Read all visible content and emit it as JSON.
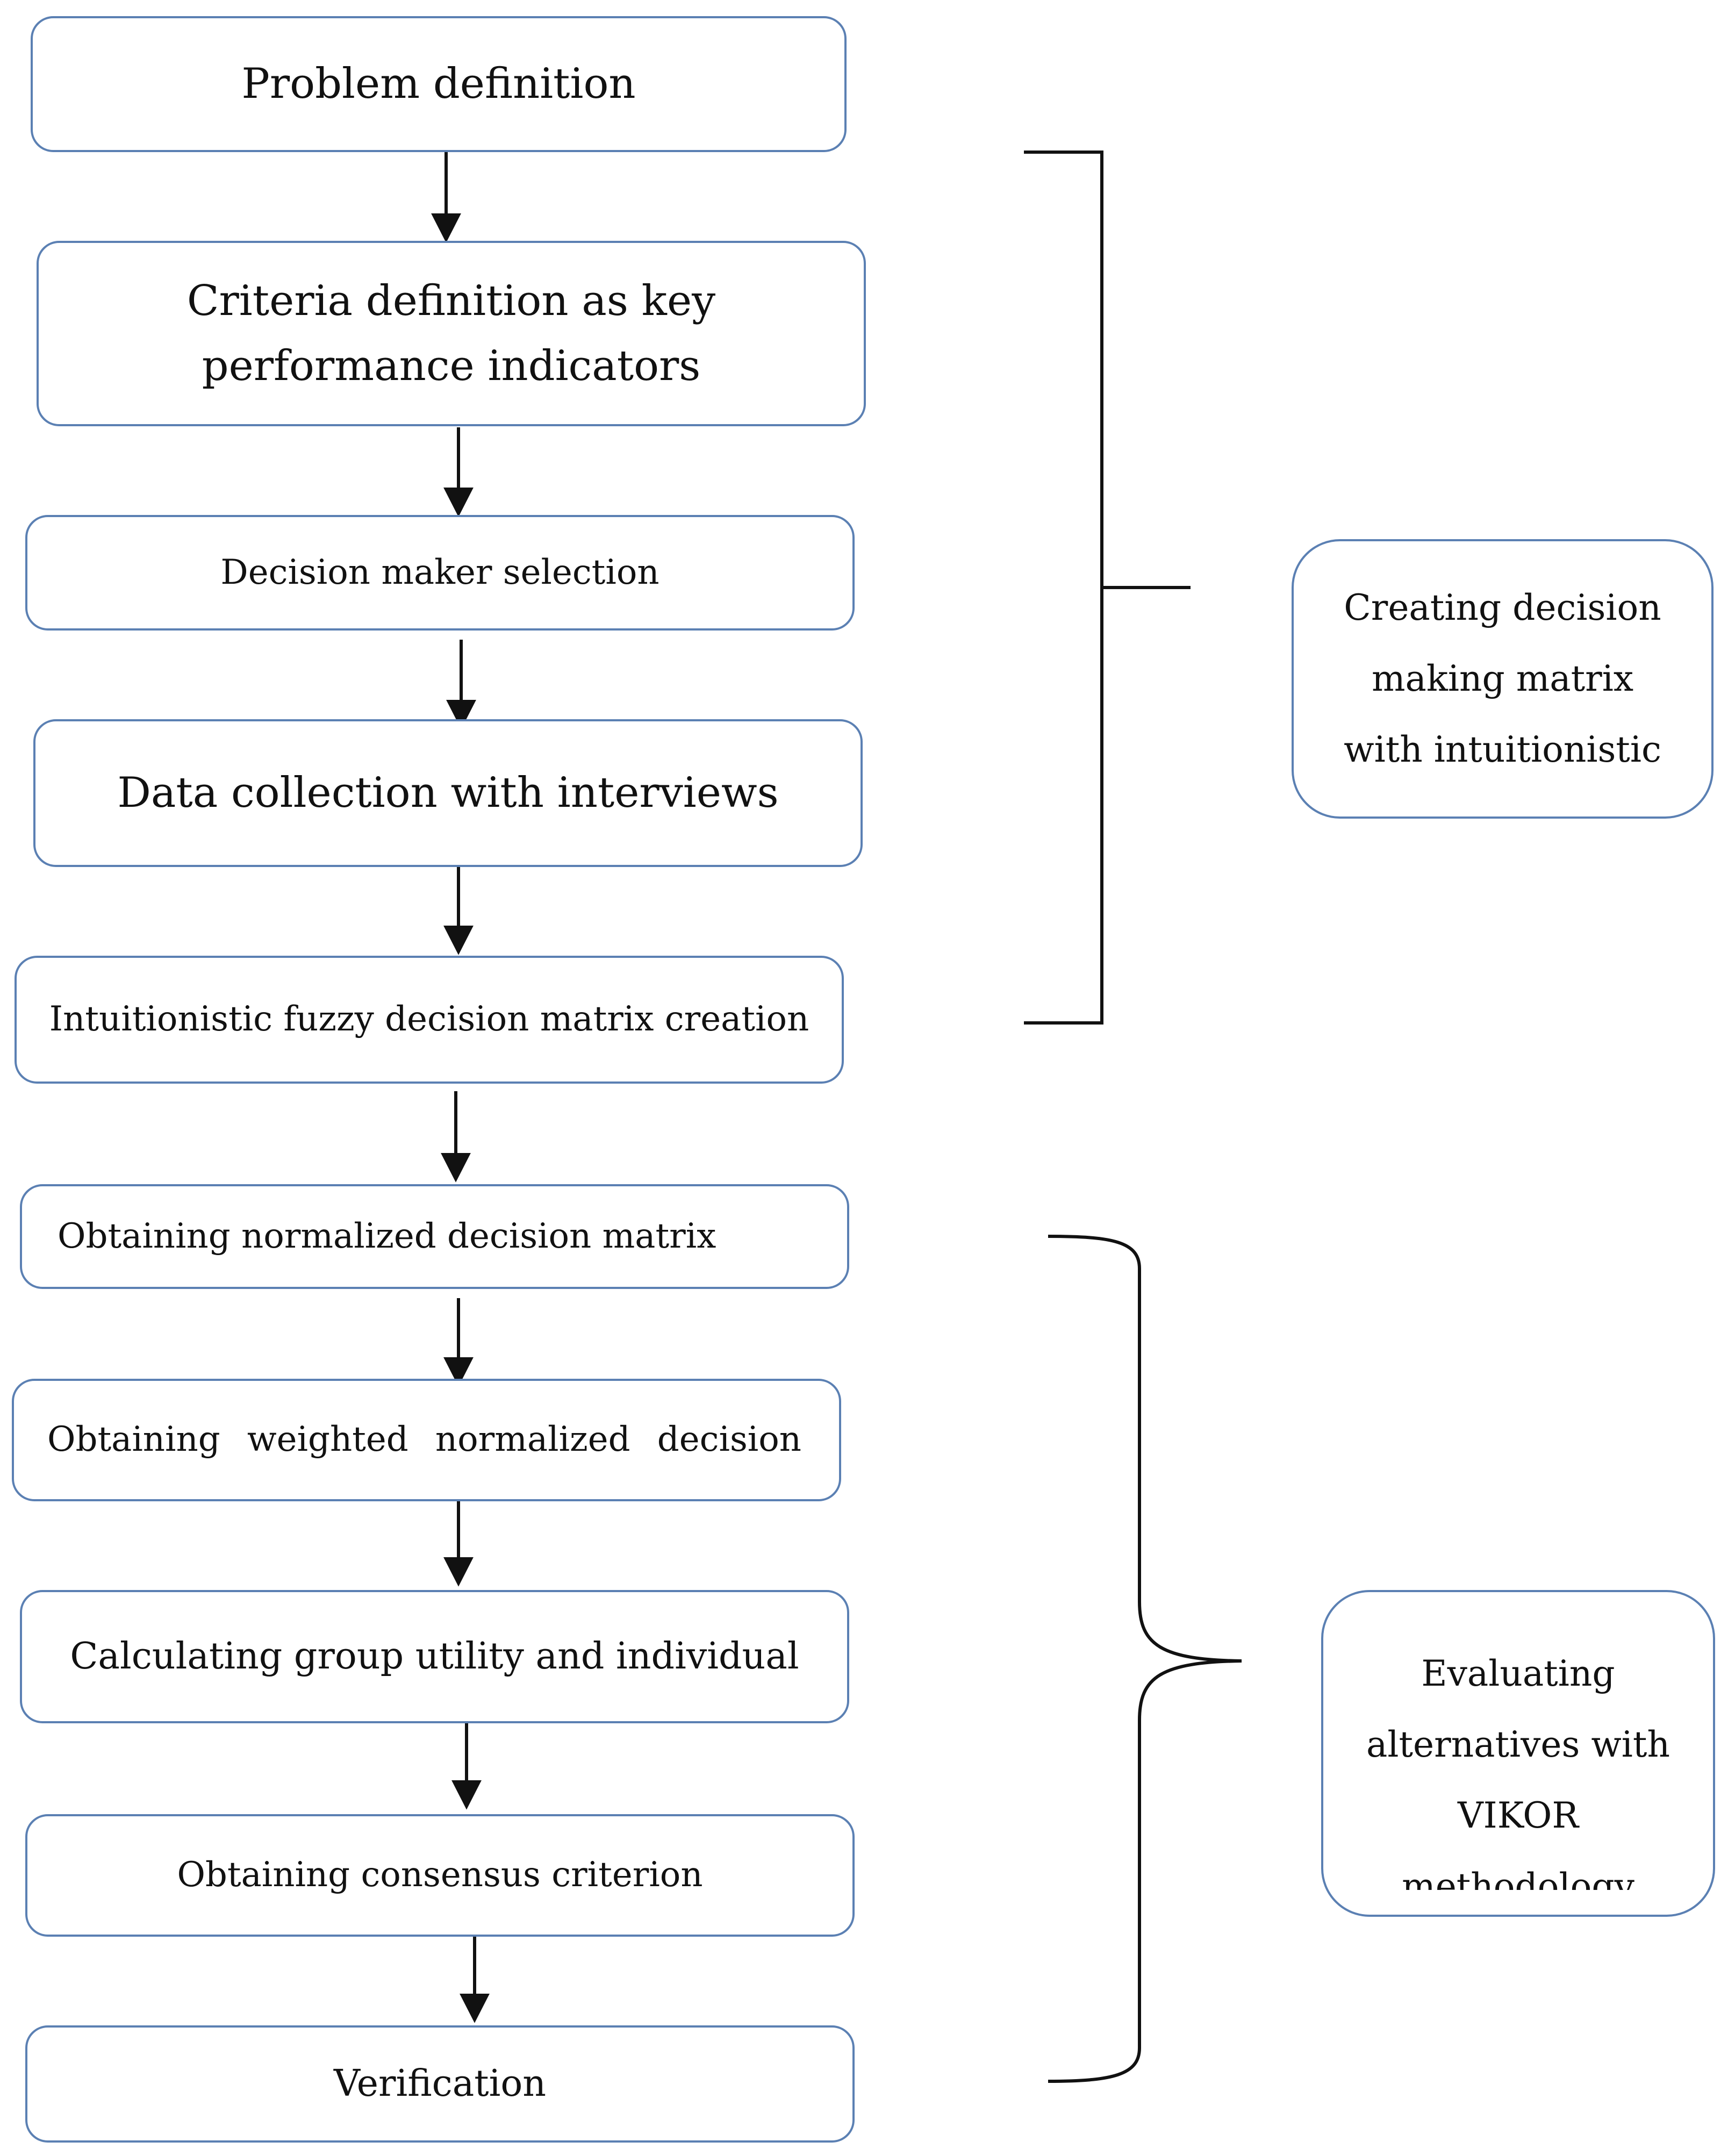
{
  "steps": [
    {
      "label": "Problem definition"
    },
    {
      "label": "Criteria definition as key performance indicators"
    },
    {
      "label": "Decision maker selection"
    },
    {
      "label": "Data collection with interviews"
    },
    {
      "label": "Intuitionistic fuzzy decision matrix creation"
    },
    {
      "label": "Obtaining normalized decision matrix"
    },
    {
      "label": "Obtaining weighted normalized decision",
      "words": [
        "Obtaining",
        "weighted",
        "normalized",
        "decision"
      ]
    },
    {
      "label": "Calculating group utility and individual"
    },
    {
      "label": "Obtaining consensus criterion"
    },
    {
      "label": "Verification"
    }
  ],
  "groups": [
    {
      "label": "Creating decision making matrix with intuitionistic",
      "lines": [
        "Creating decision",
        "making matrix",
        "with intuitionistic"
      ]
    },
    {
      "label": "Evaluating alternatives with VIKOR methodology",
      "lines": [
        "Evaluating",
        "alternatives with",
        "VIKOR",
        "methodology"
      ]
    }
  ],
  "colors": {
    "box_border": "#5b80b3",
    "arrow": "#111111",
    "text": "#111111"
  }
}
